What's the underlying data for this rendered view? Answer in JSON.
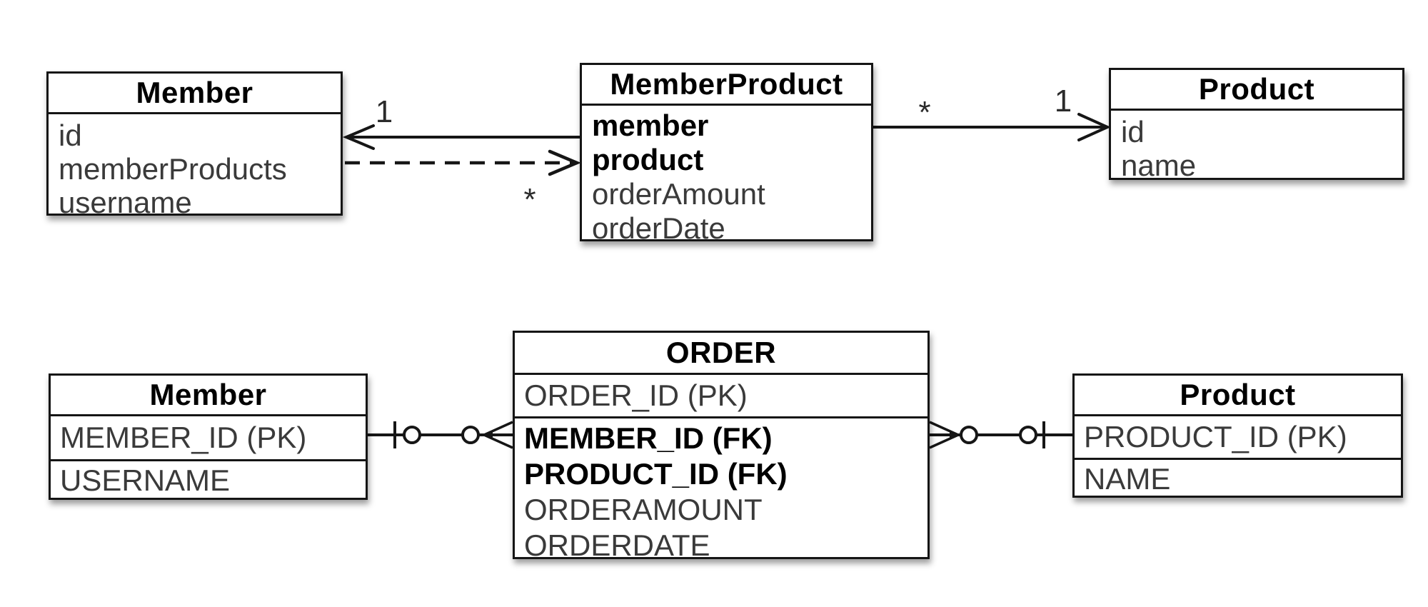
{
  "uml": {
    "member": {
      "title": "Member",
      "attrs": [
        "id",
        "memberProducts",
        "username"
      ]
    },
    "member_product": {
      "title": "MemberProduct",
      "attrs": [
        "member",
        "product",
        "orderAmount",
        "orderDate"
      ]
    },
    "product": {
      "title": "Product",
      "attrs": [
        "id",
        "name"
      ]
    },
    "multiplicities": {
      "member_side_one": "1",
      "member_side_many": "*",
      "product_side_many": "*",
      "product_side_one": "1"
    }
  },
  "er": {
    "member": {
      "title": "Member",
      "rows": [
        "MEMBER_ID (PK)",
        "USERNAME"
      ]
    },
    "order": {
      "title": "ORDER",
      "pk_row": "ORDER_ID (PK)",
      "fields": [
        "MEMBER_ID (FK)",
        "PRODUCT_ID (FK)",
        "ORDERAMOUNT",
        "ORDERDATE"
      ]
    },
    "product": {
      "title": "Product",
      "rows": [
        "PRODUCT_ID (PK)",
        "NAME"
      ]
    }
  },
  "colors": {
    "line": "#161616",
    "text": "#000000",
    "text_muted": "#3a3a3a",
    "background": "#ffffff"
  }
}
